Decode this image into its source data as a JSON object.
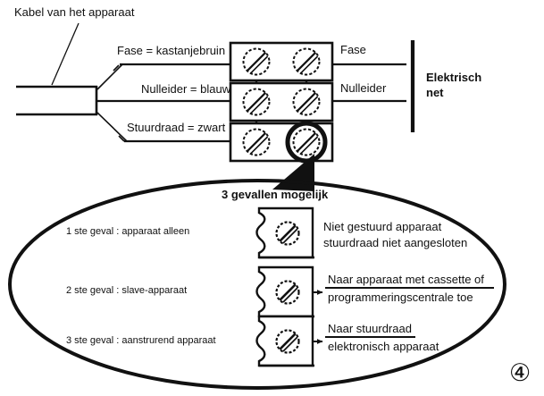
{
  "figure": {
    "number_glyph": "④",
    "cable_label": "Kabel van het apparaat",
    "network_label_line1": "Elektrisch",
    "network_label_line2": "net"
  },
  "wires": [
    {
      "name": "fase",
      "left_label": "Fase = kastanjebruin",
      "right_label": "Fase"
    },
    {
      "name": "nulleider",
      "left_label": "Nulleider = blauw",
      "right_label": "Nulleider"
    },
    {
      "name": "stuurdraad",
      "left_label": "Stuurdraad = zwart",
      "right_label": ""
    }
  ],
  "detail": {
    "heading": "3 gevallen mogelijk",
    "cases": [
      {
        "index": "1",
        "case_label": "1 ste geval : apparaat alleen",
        "desc_line1": "Niet gestuurd apparaat",
        "desc_line2": "stuurdraad niet aangesloten",
        "has_arrow": false
      },
      {
        "index": "2",
        "case_label": "2 ste geval : slave-apparaat",
        "desc_line1": "Naar apparaat met cassette of",
        "desc_line2": "programmeringscentrale toe",
        "has_arrow": true
      },
      {
        "index": "3",
        "case_label": "3 ste geval : aanstrurend apparaat",
        "desc_line1": "Naar stuurdraad",
        "desc_line2": "elektronisch apparaat",
        "has_arrow": true
      }
    ]
  },
  "colors": {
    "ink": "#1a1a1a",
    "background": "#ffffff",
    "line": "#111111"
  }
}
